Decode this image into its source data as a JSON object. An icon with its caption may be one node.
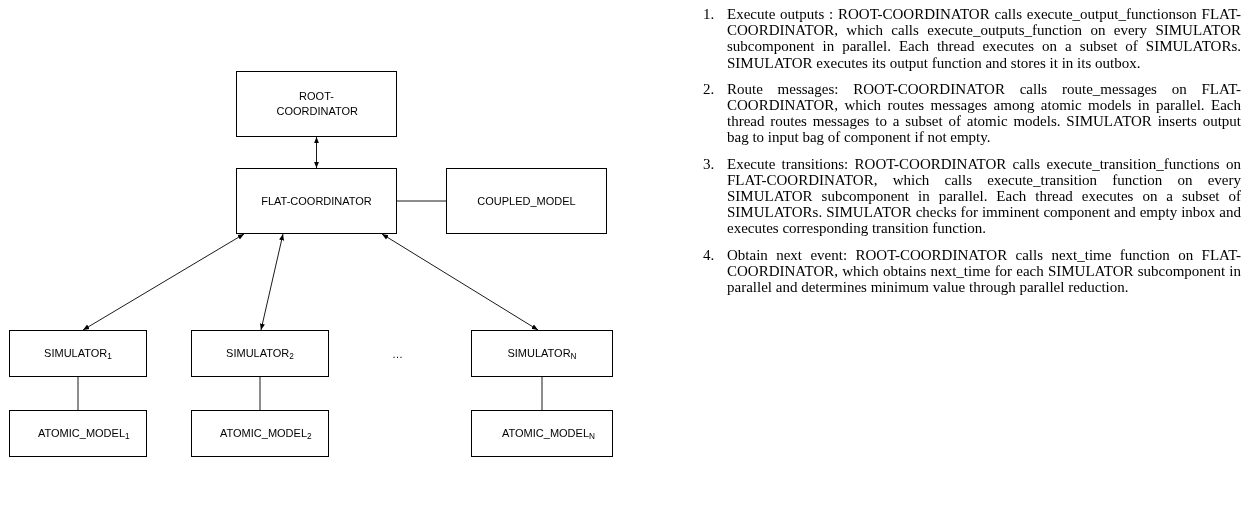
{
  "diagram": {
    "nodes": [
      {
        "text": [
          "ROOT-COORDINATOR"
        ]
      },
      {
        "text": [
          "FLAT-COORDINATOR"
        ]
      },
      {
        "text": [
          "COUPLED_MODEL"
        ]
      },
      {
        "text": [
          "SIMULATOR$_{1}$"
        ]
      },
      {
        "text": [
          "SIMULATOR$_{2}$"
        ]
      },
      {
        "text": [
          "SIMULATOR$_{N}$"
        ]
      },
      {
        "text": [
          "ATOMIC_MODEL$_{1}$"
        ]
      },
      {
        "text": [
          "ATOMIC_MODEL$_{2}$"
        ]
      },
      {
        "text": [
          "ATOMIC_MODEL$_{N}$"
        ]
      }
    ],
    "edges": [
      {
        "from": 0,
        "to": 1,
        "arrow": "both"
      },
      {
        "from": 1,
        "to": 2,
        "arrow": "none"
      },
      {
        "from": 1,
        "to": 3,
        "arrow": "both"
      },
      {
        "from": 1,
        "to": 4,
        "arrow": "both"
      },
      {
        "from": 1,
        "to": 5,
        "arrow": "both"
      },
      {
        "from": 3,
        "to": 6,
        "arrow": "none"
      },
      {
        "from": 4,
        "to": 7,
        "arrow": "none"
      },
      {
        "from": 5,
        "to": 8,
        "arrow": "none"
      }
    ],
    "labels": [
      "…",
      "1.",
      "Execute outputs : ROOT-COORDINATOR calls execute_output_functionson FLAT-COORDINATOR, which calls execute_outputs_function on every SIMULATOR subcomponent in parallel. Each thread executes on a subset of SIMULATORs. SIMULATOR executes its output function and stores it in its outbox.",
      "2.",
      "Route messages: ROOT-COORDINATOR calls route_messages on FLAT-COORDINATOR, which routes messages among atomic models in parallel. Each thread routes messages to a subset of atomic models. SIMULATOR inserts output bag to input bag of component if not empty.",
      "3.",
      "Execute transitions: ROOT-COORDINATOR calls execute_transition_functions on FLAT-COORDINATOR, which calls execute_transition function on every SIMULATOR subcomponent in parallel. Each thread executes on a subset of SIMULATORs. SIMULATOR checks for imminent component and empty inbox and executes corresponding transition function.",
      "4.",
      "Obtain next event: ROOT-COORDINATOR calls next_time function on FLAT-COORDINATOR, which obtains next_time for each SIMULATOR subcomponent in parallel and determines minimum value through parallel reduction."
    ]
  }
}
